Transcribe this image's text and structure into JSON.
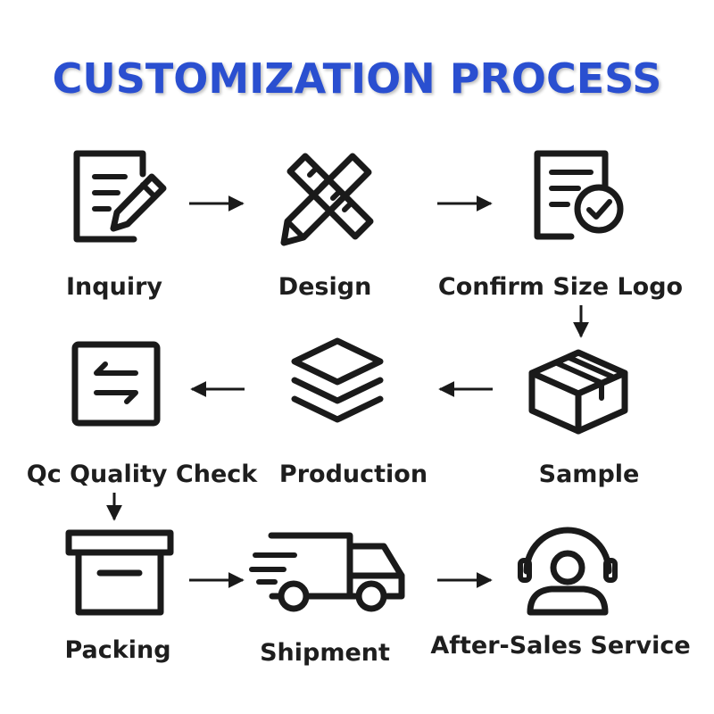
{
  "title": "CUSTOMIZATION PROCESS",
  "colors": {
    "title": "#2a4fd0",
    "icon": "#1a1a1a",
    "background": "#ffffff"
  },
  "steps": [
    {
      "label": "Inquiry",
      "icon": "document-pencil-icon"
    },
    {
      "label": "Design",
      "icon": "ruler-pencil-icon"
    },
    {
      "label": "Confirm Size Logo",
      "icon": "document-check-icon"
    },
    {
      "label": "Sample",
      "icon": "box-icon"
    },
    {
      "label": "Production",
      "icon": "layers-icon"
    },
    {
      "label": "Qc Quality Check",
      "icon": "swap-arrows-icon"
    },
    {
      "label": "Packing",
      "icon": "archive-box-icon"
    },
    {
      "label": "Shipment",
      "icon": "delivery-truck-icon"
    },
    {
      "label": "After-Sales Service",
      "icon": "headset-agent-icon"
    }
  ]
}
